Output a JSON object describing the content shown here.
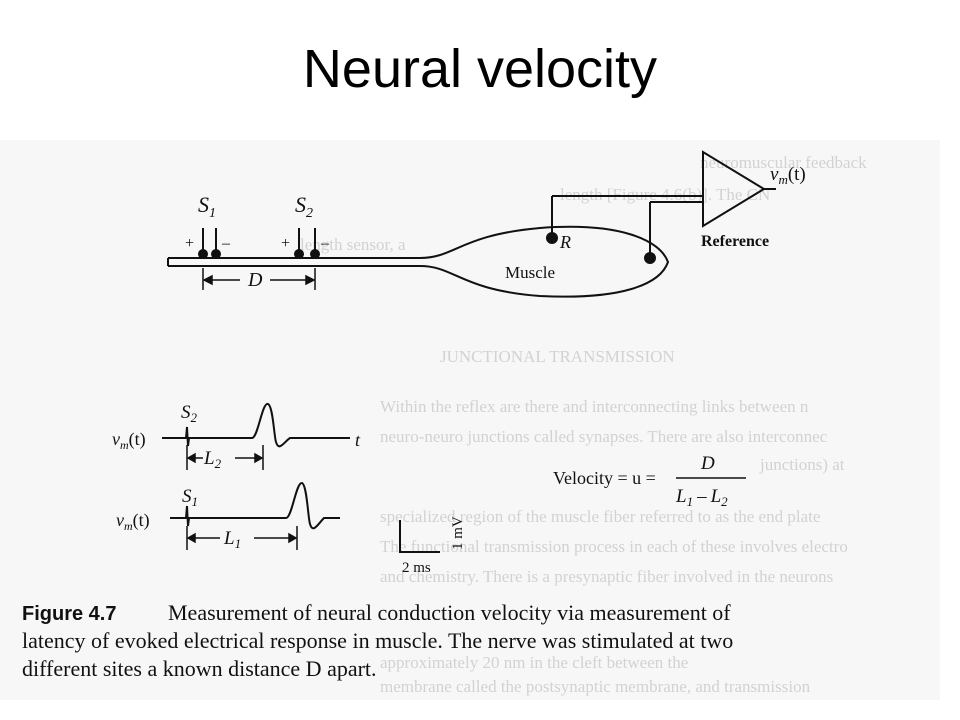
{
  "slide": {
    "title": "Neural velocity"
  },
  "diagram": {
    "s1": "S",
    "s1_sub": "1",
    "s2": "S",
    "s2_sub": "2",
    "plus": "+",
    "minus": "–",
    "distance_label": "D",
    "electrode_r": "R",
    "muscle_label": "Muscle",
    "reference_label": "Reference",
    "amp_output": "v",
    "amp_output_sub": "m",
    "amp_output_arg": "(t)"
  },
  "traces": {
    "trace_label": "v",
    "trace_label_sub": "m",
    "trace_label_arg": "(t)",
    "t_label": "t",
    "top_marker": "S",
    "top_marker_sub": "2",
    "bottom_marker": "S",
    "bottom_marker_sub": "1",
    "l2_label": "L",
    "l2_sub": "2",
    "l1_label": "L",
    "l1_sub": "1",
    "time_scale": "2 ms",
    "voltage_scale": "1 mV"
  },
  "equation": {
    "lhs": "Velocity = u =",
    "numerator": "D",
    "den_l1": "L",
    "den_l1_sub": "1",
    "den_minus": "–",
    "den_l2": "L",
    "den_l2_sub": "2"
  },
  "caption": {
    "label": "Figure 4.7",
    "line1": "Measurement of neural conduction velocity via measurement of",
    "line2": "latency of evoked electrical response in muscle. The nerve was stimulated at two",
    "line3": "different sites a known distance D apart."
  }
}
